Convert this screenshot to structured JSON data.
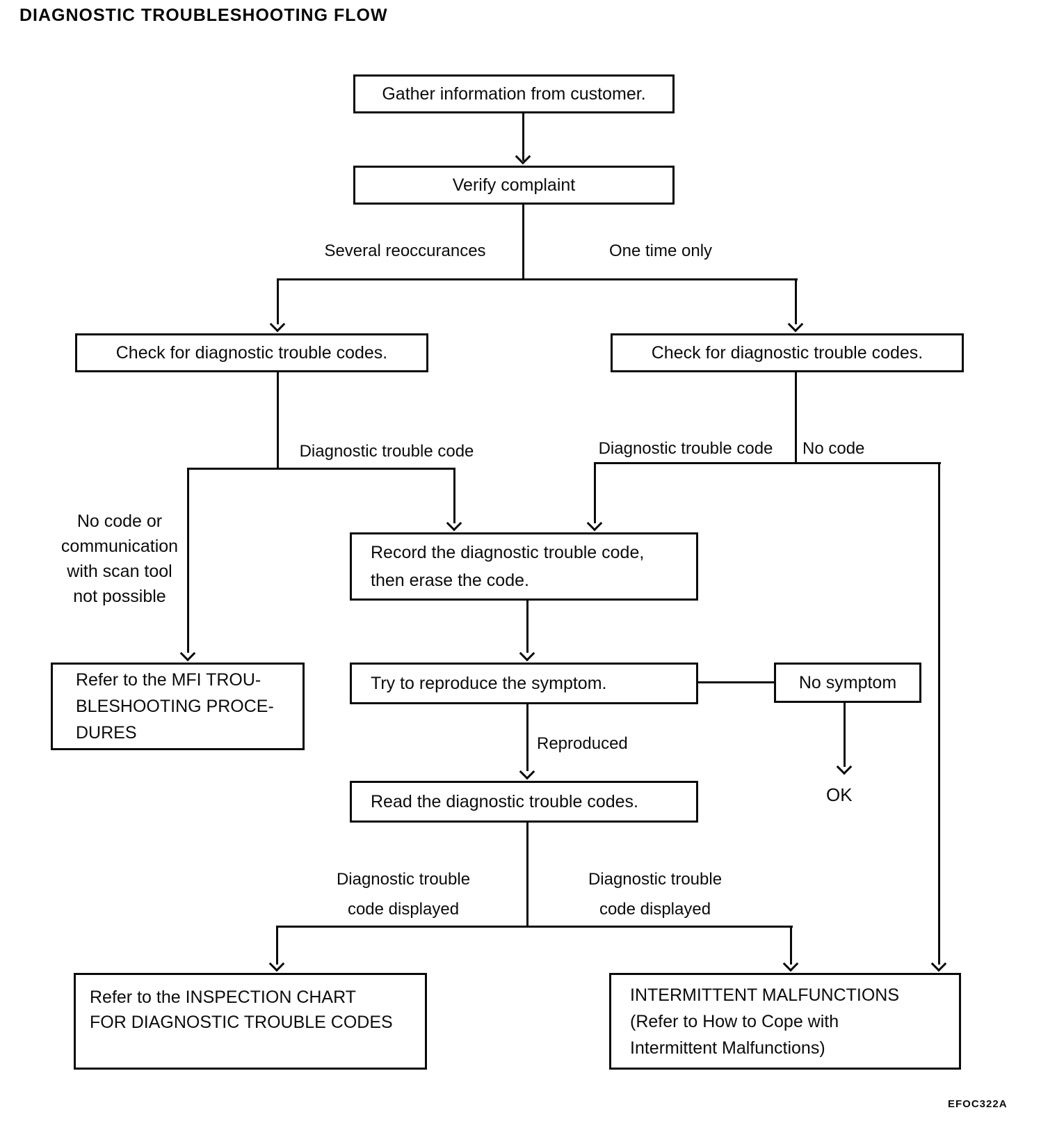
{
  "title": "DIAGNOSTIC TROUBLESHOOTING FLOW",
  "figure_code": "EFOC322A",
  "nodes": {
    "gather": "Gather information from customer.",
    "verify": "Verify complaint",
    "check_left": "Check for diagnostic trouble codes.",
    "check_right": "Check for diagnostic trouble codes.",
    "record": [
      "Record the diagnostic trouble code,",
      "then erase the code."
    ],
    "try_reproduce": "Try to reproduce the symptom.",
    "no_symptom": "No symptom",
    "read_codes": "Read the diagnostic trouble codes.",
    "mfi_procedures": [
      "Refer to the MFI TROU-",
      "BLESHOOTING PROCE-",
      "DURES"
    ],
    "inspection_chart": [
      "Refer to the INSPECTION CHART",
      "FOR DIAGNOSTIC TROUBLE CODES"
    ],
    "intermittent": [
      "INTERMITTENT MALFUNCTIONS",
      "(Refer to How to Cope with",
      "Intermittent Malfunctions)"
    ],
    "ok": "OK"
  },
  "edge_labels": {
    "several_reoccurances": "Several reoccurances",
    "one_time_only": "One time only",
    "dtc_left": "Diagnostic trouble code",
    "dtc_right": "Diagnostic trouble code",
    "no_code": "No code",
    "no_code_or_communication": [
      "No code or",
      "communication",
      "with scan tool",
      "not possible"
    ],
    "reproduced": "Reproduced",
    "dtc_displayed_left": [
      "Diagnostic trouble",
      "code displayed"
    ],
    "dtc_displayed_right": [
      "Diagnostic trouble",
      "code displayed"
    ]
  }
}
